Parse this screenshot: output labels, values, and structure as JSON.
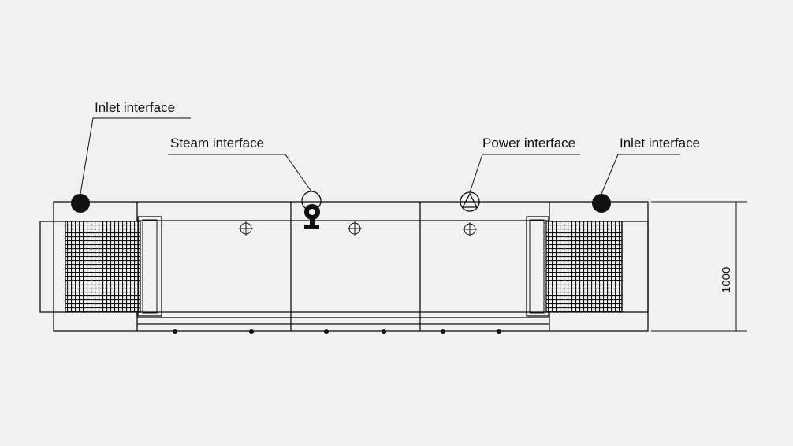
{
  "labels": {
    "inlet_left": "Inlet interface",
    "steam": "Steam interface",
    "power": "Power interface",
    "inlet_right": "Inlet interface"
  },
  "dimension": {
    "height_value": "1000"
  },
  "colors": {
    "background": "#f1f1f1",
    "line": "#111111"
  }
}
